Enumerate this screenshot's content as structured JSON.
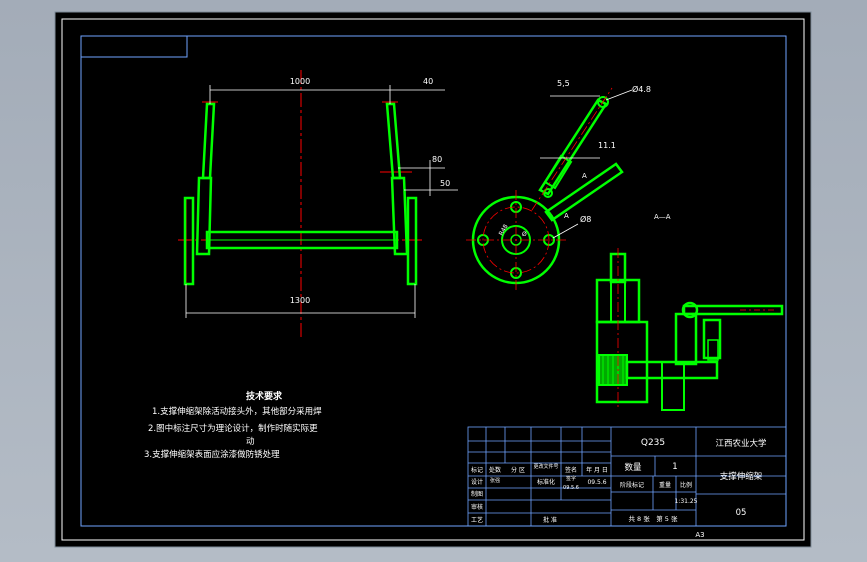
{
  "sheet": {
    "background": "#000000",
    "line_color": "#00ff00",
    "dim_color": "#ffffff",
    "center_color": "#ff0000",
    "frame_color": "#ffffff"
  },
  "dimensions": {
    "d1000": "1000",
    "d40": "40",
    "d80": "80",
    "d50": "50",
    "d1300": "1300",
    "d55": "5,5",
    "dphi48": "Ø4.8",
    "d111": "11.1",
    "dphi8": "Ø8",
    "dR48": "R48",
    "dphi_small": "Ø",
    "section_a": "A",
    "section_a2": "A",
    "section_aa": "A—A"
  },
  "notes": {
    "title": "技术要求",
    "line1": "1.支撑伸缩架除活动接头外，其他部分采用焊",
    "line2a": "2.图中标注尺寸为理论设计，制作时随实际更",
    "line2b": "动",
    "line3": "3.支撑伸缩架表面应涂漆做防锈处理"
  },
  "title_block": {
    "material": "Q235",
    "school": "江西农业大学",
    "qty_label": "数量",
    "qty_value": "1",
    "part_name": "支撑伸缩架",
    "stage_label": "阶段标记",
    "weight_label": "重量",
    "scale_label": "比例",
    "scale_value": "1:31.25",
    "drawing_no": "05",
    "sheets": "共 8 张　第 5 张",
    "format": "A3",
    "rev_mark": "标记",
    "rev_count": "处数",
    "rev_zone": "分 区",
    "rev_doc": "更改文件号",
    "rev_sign": "签名",
    "rev_date": "年 月 日",
    "designer_label": "设计",
    "designer_name": "张强",
    "std_label": "标准化",
    "std_date": "09.5.6",
    "drafter_label": "制图",
    "checker_label": "审核",
    "process_label": "工艺",
    "approve_label": "批 准",
    "sign_sm": "签字",
    "date_sm": "09.5.6"
  }
}
